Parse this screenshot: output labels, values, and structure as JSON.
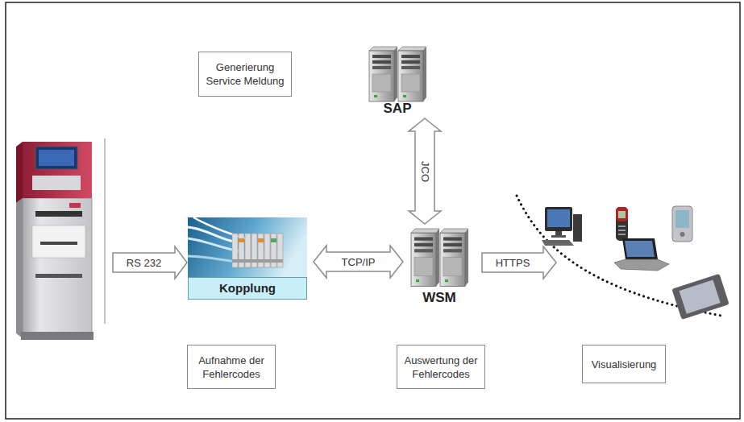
{
  "diagram": {
    "nodes": [
      {
        "text": [
          "Generierung Service Meldung"
        ]
      },
      {
        "text": [
          "SAP"
        ]
      },
      {
        "text": [
          "Kopplung"
        ]
      },
      {
        "text": [
          "WSM"
        ]
      },
      {
        "text": [
          "Aufnahme der Fehlercodes"
        ]
      },
      {
        "text": [
          "Auswertung der Fehlercodes"
        ]
      },
      {
        "text": [
          "Visualisierung"
        ]
      }
    ],
    "edges": [
      {
        "from": 1,
        "to": 3,
        "label": "JCO",
        "arrow": "both"
      },
      {
        "from": 2,
        "to": 3,
        "label": "TCP/IP",
        "arrow": "both"
      }
    ],
    "labels": [
      "RS 232",
      "HTTPS"
    ]
  }
}
